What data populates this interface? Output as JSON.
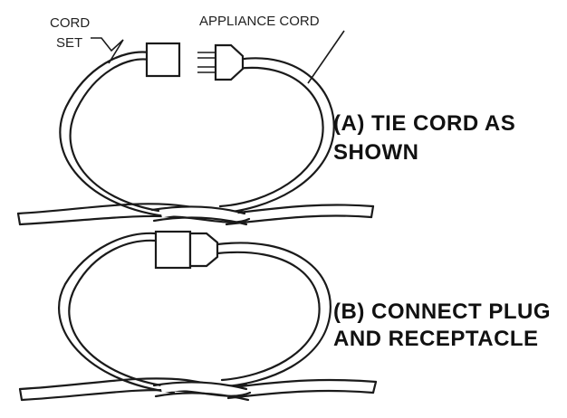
{
  "labels": {
    "cord_set_line1": "CORD",
    "cord_set_line2": "SET",
    "appliance_cord": "APPLIANCE CORD"
  },
  "steps": {
    "a_line1": "(A) TIE CORD AS",
    "a_line2": "SHOWN",
    "b_line1": "(B) CONNECT PLUG",
    "b_line2": "AND RECEPTACLE"
  },
  "colors": {
    "ink": "#1a1a1a",
    "background": "#ffffff"
  }
}
